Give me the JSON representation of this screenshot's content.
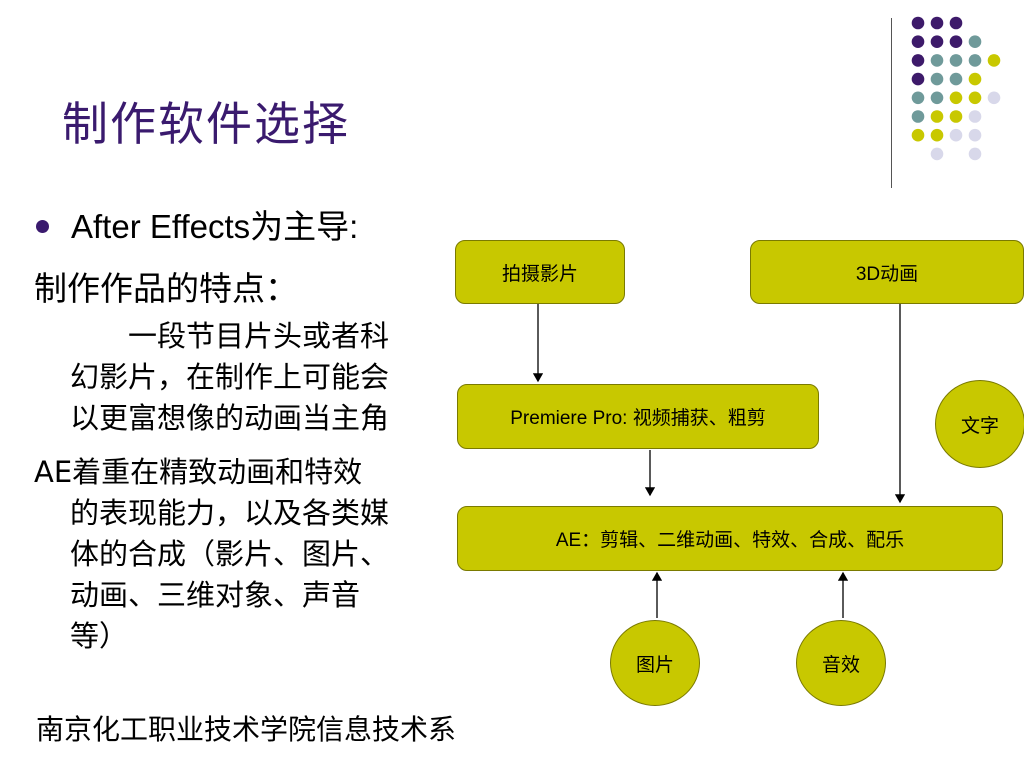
{
  "slide": {
    "title": "制作软件选择",
    "bullet": "After Effects为主导:",
    "subhead": "制作作品的特点：",
    "para1_lines": [
      "一段节目片头或者科",
      "幻影片，在制作上可能会",
      "以更富想像的动画当主角"
    ],
    "para2_lines": [
      "AE着重在精致动画和特效",
      "的表现能力，以及各类媒",
      "体的合成（影片、图片、",
      "动画、三维对象、声音",
      "等）"
    ],
    "footer": "南京化工职业技术学院信息技术系"
  },
  "diagram": {
    "shoot": "拍摄影片",
    "anim3d": "3D动画",
    "premiere": "Premiere Pro: 视频捕获、粗剪",
    "text": "文字",
    "ae": "AE：剪辑、二维动画、特效、合成、配乐",
    "image": "图片",
    "sound": "音效"
  },
  "colors": {
    "title": "#3a1a6e",
    "box_fill": "#c8c800",
    "dot_purple": "#3d1a6a",
    "dot_teal": "#6f9a9a",
    "dot_yellow": "#c8c800",
    "dot_lavender": "#d8d8ea"
  }
}
